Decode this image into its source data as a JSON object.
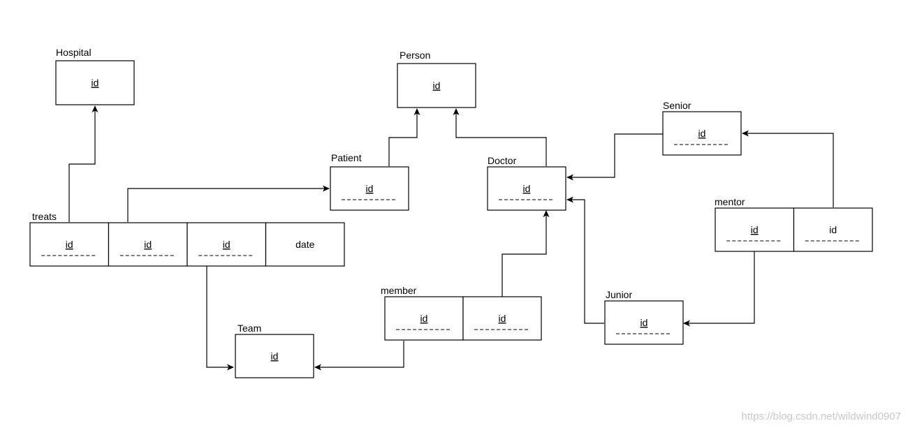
{
  "diagram": {
    "tables": {
      "hospital": {
        "label": "Hospital",
        "cells": [
          {
            "text": "id",
            "underline": true,
            "dashed": false
          }
        ]
      },
      "person": {
        "label": "Person",
        "cells": [
          {
            "text": "id",
            "underline": true,
            "dashed": false
          }
        ]
      },
      "patient": {
        "label": "Patient",
        "cells": [
          {
            "text": "id",
            "underline": true,
            "dashed": true
          }
        ]
      },
      "doctor": {
        "label": "Doctor",
        "cells": [
          {
            "text": "id",
            "underline": true,
            "dashed": true
          }
        ]
      },
      "senior": {
        "label": "Senior",
        "cells": [
          {
            "text": "id",
            "underline": true,
            "dashed": true
          }
        ]
      },
      "mentor": {
        "label": "mentor",
        "cells": [
          {
            "text": "id",
            "underline": true,
            "dashed": true
          },
          {
            "text": "id",
            "underline": false,
            "dashed": true
          }
        ]
      },
      "treats": {
        "label": "treats",
        "cells": [
          {
            "text": "id",
            "underline": true,
            "dashed": true
          },
          {
            "text": "id",
            "underline": true,
            "dashed": true
          },
          {
            "text": "id",
            "underline": true,
            "dashed": true
          },
          {
            "text": "date",
            "underline": false,
            "dashed": false
          }
        ]
      },
      "member": {
        "label": "member",
        "cells": [
          {
            "text": "id",
            "underline": true,
            "dashed": true
          },
          {
            "text": "id",
            "underline": true,
            "dashed": true
          }
        ]
      },
      "team": {
        "label": "Team",
        "cells": [
          {
            "text": "id",
            "underline": true,
            "dashed": false
          }
        ]
      },
      "junior": {
        "label": "Junior",
        "cells": [
          {
            "text": "id",
            "underline": true,
            "dashed": true
          }
        ]
      }
    },
    "connectors": [
      {
        "from": "treats.0",
        "to": "hospital"
      },
      {
        "from": "treats.1",
        "to": "patient"
      },
      {
        "from": "treats.2",
        "to": "team"
      },
      {
        "from": "patient",
        "to": "person"
      },
      {
        "from": "doctor",
        "to": "person"
      },
      {
        "from": "senior",
        "to": "doctor"
      },
      {
        "from": "mentor.1",
        "to": "senior"
      },
      {
        "from": "mentor.0",
        "to": "junior"
      },
      {
        "from": "junior",
        "to": "doctor"
      },
      {
        "from": "member.1",
        "to": "doctor"
      },
      {
        "from": "member.0",
        "to": "team"
      }
    ]
  },
  "watermark": "https://blog.csdn.net/wildwind0907"
}
